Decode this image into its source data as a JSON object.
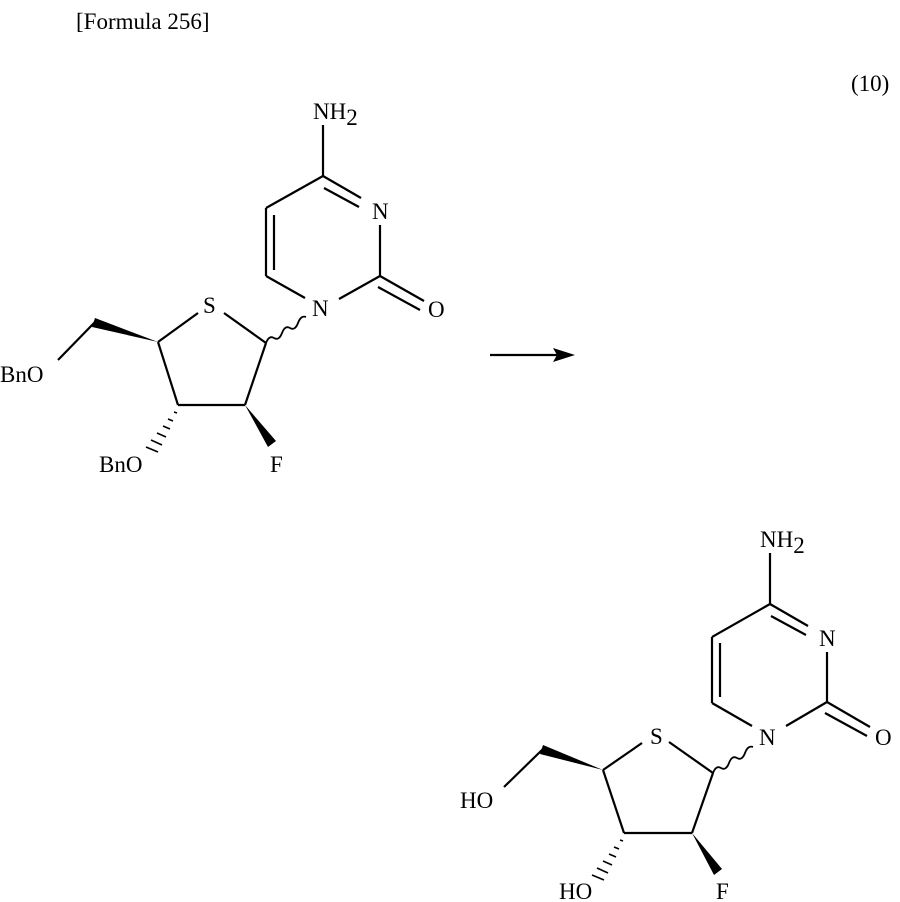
{
  "header": {
    "formula_label": "[Formula 256]",
    "equation_number": "(10)"
  },
  "reaction": {
    "arrow": "right-arrow",
    "starting_material": {
      "atoms": {
        "amine": "NH",
        "amine_sub": "2",
        "n3": "N",
        "n1": "N",
        "carbonyl_o": "O",
        "ring_s": "S",
        "o5_group": "BnO",
        "o3_group": "BnO",
        "fluorine": "F"
      }
    },
    "product": {
      "atoms": {
        "amine": "NH",
        "amine_sub": "2",
        "n3": "N",
        "n1": "N",
        "carbonyl_o": "O",
        "ring_s": "S",
        "o5_group": "HO",
        "o3_group": "HO",
        "fluorine": "F"
      }
    }
  },
  "colors": {
    "ink": "#000000",
    "background": "#ffffff"
  }
}
